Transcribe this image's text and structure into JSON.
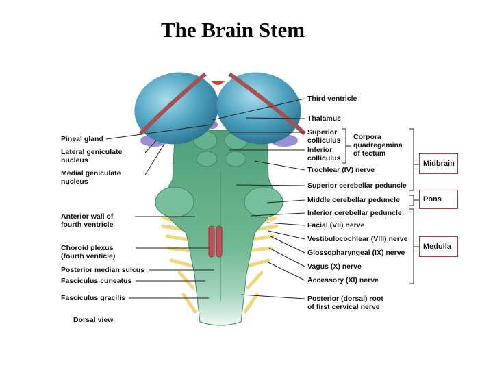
{
  "title": "The Brain Stem",
  "view_label": "Dorsal view",
  "left_labels": [
    {
      "id": "pineal-gland",
      "text": "Pineal gland"
    },
    {
      "id": "lateral-geniculate",
      "text": "Lateral geniculate\nnucleus"
    },
    {
      "id": "medial-geniculate",
      "text": "Medial geniculate\nnucleus"
    },
    {
      "id": "anterior-wall",
      "text": "Anterior wall of\nfourth ventricle"
    },
    {
      "id": "choroid-plexus",
      "text": "Choroid plexus\n(fourth venticle)"
    },
    {
      "id": "posterior-median-sulcus",
      "text": "Posterior median sulcus"
    },
    {
      "id": "fasciculus-cuneatus",
      "text": "Fasciculus cuneatus"
    },
    {
      "id": "fasciculus-gracilis",
      "text": "Fasciculus gracilis"
    }
  ],
  "right_labels": [
    {
      "id": "third-ventricle",
      "text": "Third ventricle"
    },
    {
      "id": "thalamus",
      "text": "Thalamus"
    },
    {
      "id": "superior-colliculus",
      "text": "Superior\ncolliculus"
    },
    {
      "id": "inferior-colliculus",
      "text": "Inferior\ncolliculus"
    },
    {
      "id": "trochlear-nerve",
      "text": "Trochlear (IV) nerve"
    },
    {
      "id": "superior-cerebellar-peduncle",
      "text": "Superior cerebellar peduncle"
    },
    {
      "id": "middle-cerebellar-peduncle",
      "text": "Middle cerebellar peduncle"
    },
    {
      "id": "inferior-cerebellar-peduncle",
      "text": "Inferior cerebellar peduncle"
    },
    {
      "id": "facial-nerve",
      "text": "Facial (VII) nerve"
    },
    {
      "id": "vestibulocochlear-nerve",
      "text": "Vestibulocochlear (VIII) nerve"
    },
    {
      "id": "glossopharyngeal-nerve",
      "text": "Glossopharyngeal (IX) nerve"
    },
    {
      "id": "vagus-nerve",
      "text": "Vagus (X) nerve"
    },
    {
      "id": "accessory-nerve",
      "text": "Accessory (XI) nerve"
    },
    {
      "id": "posterior-root",
      "text": "Posterior (dorsal) root\nof first cervical nerve"
    }
  ],
  "group_label": "Corpora\nquadregemina\nof tectum",
  "regions": [
    {
      "id": "midbrain",
      "text": "Midbrain"
    },
    {
      "id": "pons",
      "text": "Pons"
    },
    {
      "id": "medulla",
      "text": "Medulla"
    }
  ],
  "colors": {
    "thalamus_blue": "#4fa3c0",
    "brainstem_green": "#5fae88",
    "choroid_red": "#c0505a",
    "nerve_yellow": "#f1d77a",
    "geniculate_purple": "#9a8fd6",
    "region_box_border": "#c0303a"
  }
}
